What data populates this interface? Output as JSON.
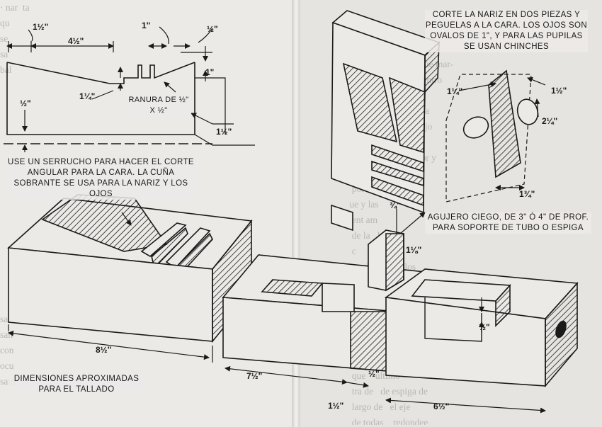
{
  "captions": {
    "nose_cut": "CORTE LA NARIZ EN DOS PIEZAS Y PEGUELAS A LA CARA. LOS OJOS SON OVALOS DE 1\", Y PARA LAS PUPILAS SE USAN CHINCHES",
    "saw_instruction": "USE UN SERRUCHO PARA HACER EL CORTE ANGULAR PARA LA CARA. LA CUÑA SOBRANTE SE USA PARA LA NARIZ Y LOS OJOS",
    "groove": "RANURA DE ½\" x ½\"",
    "blind_hole": "AGUJERO CIEGO, DE 3\" ó 4\" DE PROF. PARA SOPORTE DE TUBO O ESPIGA",
    "approx_dims": "DIMENSIONES APROXIMADAS PARA EL TALLADO"
  },
  "dimensions": {
    "top_left_1_5": "1½\"",
    "top_4_5": "4½\"",
    "top_1": "1\"",
    "top_half": "½\"",
    "right_1": "1\"",
    "left_1_25": "1¼\"",
    "left_half": "½\"",
    "right_1_5": "1½\"",
    "face_1_25": "1¼\"",
    "face_1_5": "1½\"",
    "face_2_25": "2¼\"",
    "face_1_75": "1¾\"",
    "peg_3_4": "¾\"",
    "peg_1_125": "1⅛\"",
    "base_8_5": "8½\"",
    "base_7_5": "7½\"",
    "base_half": "½\"",
    "base_1_5": "1½\"",
    "base_6_5": "6½\"",
    "front_half": "½\""
  },
  "bleed_text": {
    "left": "· nar  ta\nqu\nse\nsa\nbal\n\n\n\n\n\n\n\n\n\n\n\n\n\n\n\nsar\nsan\ncon\nocu\nsam",
    "right": "vaios de lo mismo que mar-\nn (terza) hacia del centro\ndo de la linea la dis-\n  del borde de la linea\n fin de quen el manejo\n  la quina  la per ajo\nernos el tra    el terior y\nalmente a  de la in\n  por las    te\n ue y las\n  ent am\n  de la   lo\n  c     mo de\nzas  dentro  de los\n  ndar\n  que la   pala\n  de las  de la\n  sele  el borde\n  Ajuste   los\n  Asegure   soport\n  que    ultimo\n  tra de   de espiga de\n  largo de   el eje\n  de todas    redondee\n  de la placa superior de la\n  Aplique   en\n  la que   aplique"
  }
}
